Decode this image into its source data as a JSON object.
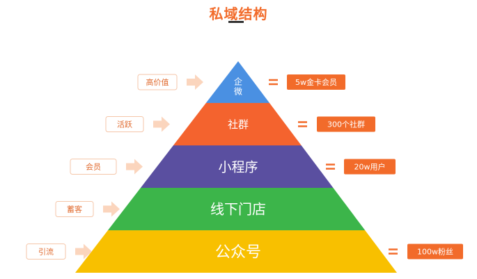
{
  "title": "私域结构",
  "colors": {
    "accent": "#f26b2a",
    "tag_border": "#f5c6a9",
    "arrow": "#fbd5bd"
  },
  "levels": [
    {
      "name": "企微",
      "lines": [
        "企",
        "微"
      ],
      "left_tag": "高价值",
      "right_tag": "5w金卡会员",
      "color": "#4a90e2"
    },
    {
      "name": "社群",
      "lines": [
        "社群"
      ],
      "left_tag": "活跃",
      "right_tag": "300个社群",
      "color": "#f4632e"
    },
    {
      "name": "小程序",
      "lines": [
        "小程序"
      ],
      "left_tag": "会员",
      "right_tag": "20w用户",
      "color": "#5a4fa0"
    },
    {
      "name": "线下门店",
      "lines": [
        "线下门店"
      ],
      "left_tag": "蓄客",
      "right_tag": "",
      "color": "#3cb54a"
    },
    {
      "name": "公众号",
      "lines": [
        "公众号"
      ],
      "left_tag": "引流",
      "right_tag": "100w粉丝",
      "color": "#f8c000"
    }
  ]
}
